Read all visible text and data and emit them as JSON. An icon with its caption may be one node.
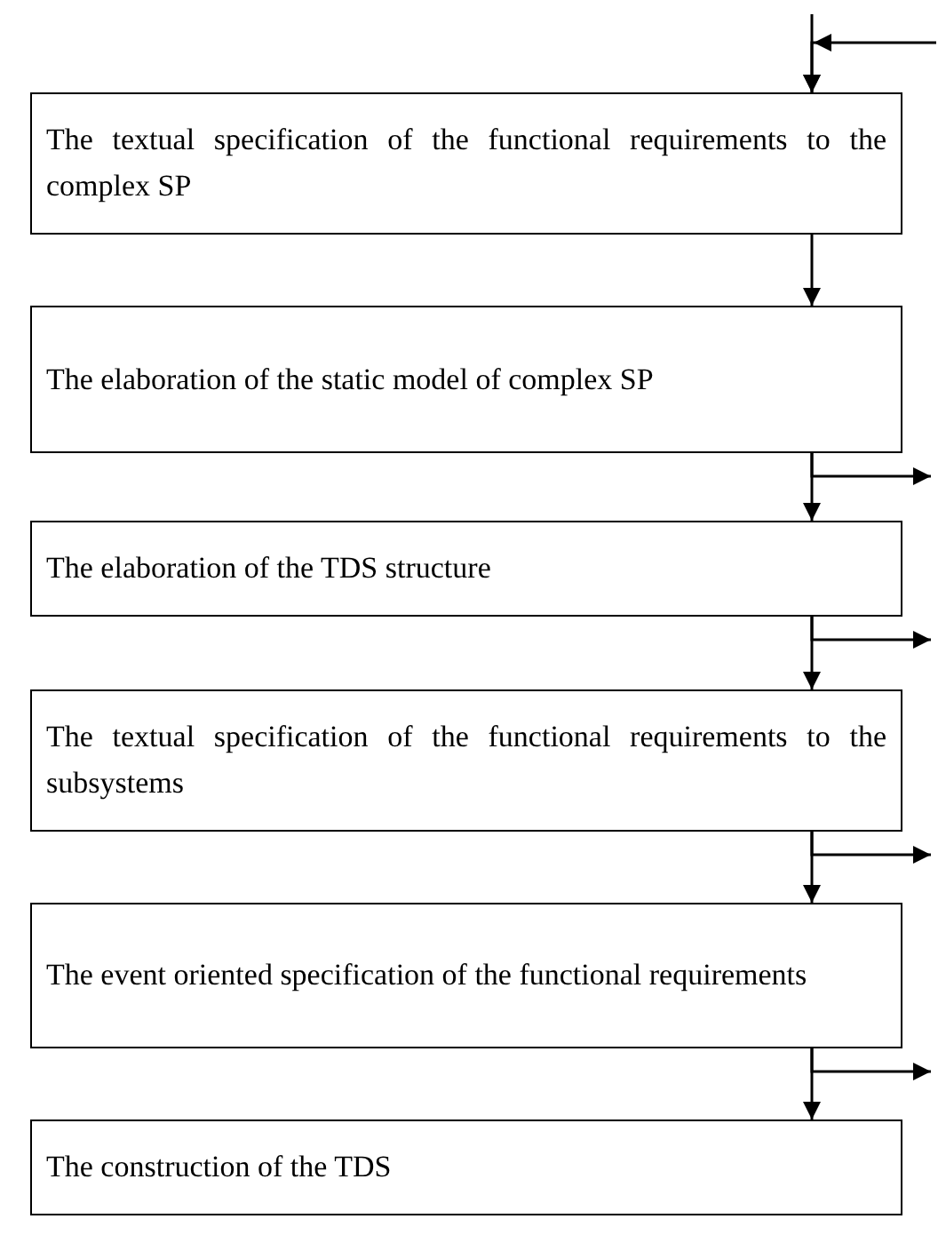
{
  "diagram": {
    "nodes": [
      {
        "text": [
          "The textual specification of the functional requirements to the complex SP"
        ]
      },
      {
        "text": [
          "The elaboration of the static model of complex SP"
        ]
      },
      {
        "text": [
          "The elaboration of the TDS structure"
        ]
      },
      {
        "text": [
          "The textual specification of the functional requirements to the subsystems"
        ]
      },
      {
        "text": [
          "The event oriented specification of the functional requirements"
        ]
      },
      {
        "text": [
          "The construction of the TDS"
        ]
      }
    ],
    "edges": [
      {
        "from": null,
        "to": 0,
        "arrow": "to"
      },
      {
        "from": null,
        "to": 0,
        "arrow": "to"
      },
      {
        "from": 0,
        "to": 1,
        "arrow": "to"
      },
      {
        "from": 1,
        "to": 2,
        "arrow": "to"
      },
      {
        "from": 1,
        "to": null,
        "arrow": "to"
      },
      {
        "from": 2,
        "to": 3,
        "arrow": "to"
      },
      {
        "from": 2,
        "to": null,
        "arrow": "to"
      },
      {
        "from": 3,
        "to": 4,
        "arrow": "to"
      },
      {
        "from": 3,
        "to": null,
        "arrow": "to"
      },
      {
        "from": 4,
        "to": 5,
        "arrow": "to"
      },
      {
        "from": 4,
        "to": null,
        "arrow": "to"
      }
    ]
  }
}
